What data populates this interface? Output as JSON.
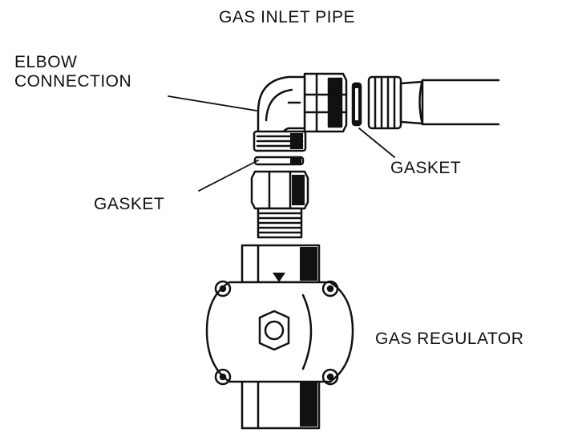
{
  "labels": {
    "gas_inlet_pipe": "GAS INLET PIPE",
    "elbow_line1": "ELBOW",
    "elbow_line2": "CONNECTION",
    "gasket_right": "GASKET",
    "gasket_left": "GASKET",
    "gas_regulator": "GAS REGULATOR"
  },
  "colors": {
    "ink": "#111111",
    "background": "#ffffff"
  }
}
